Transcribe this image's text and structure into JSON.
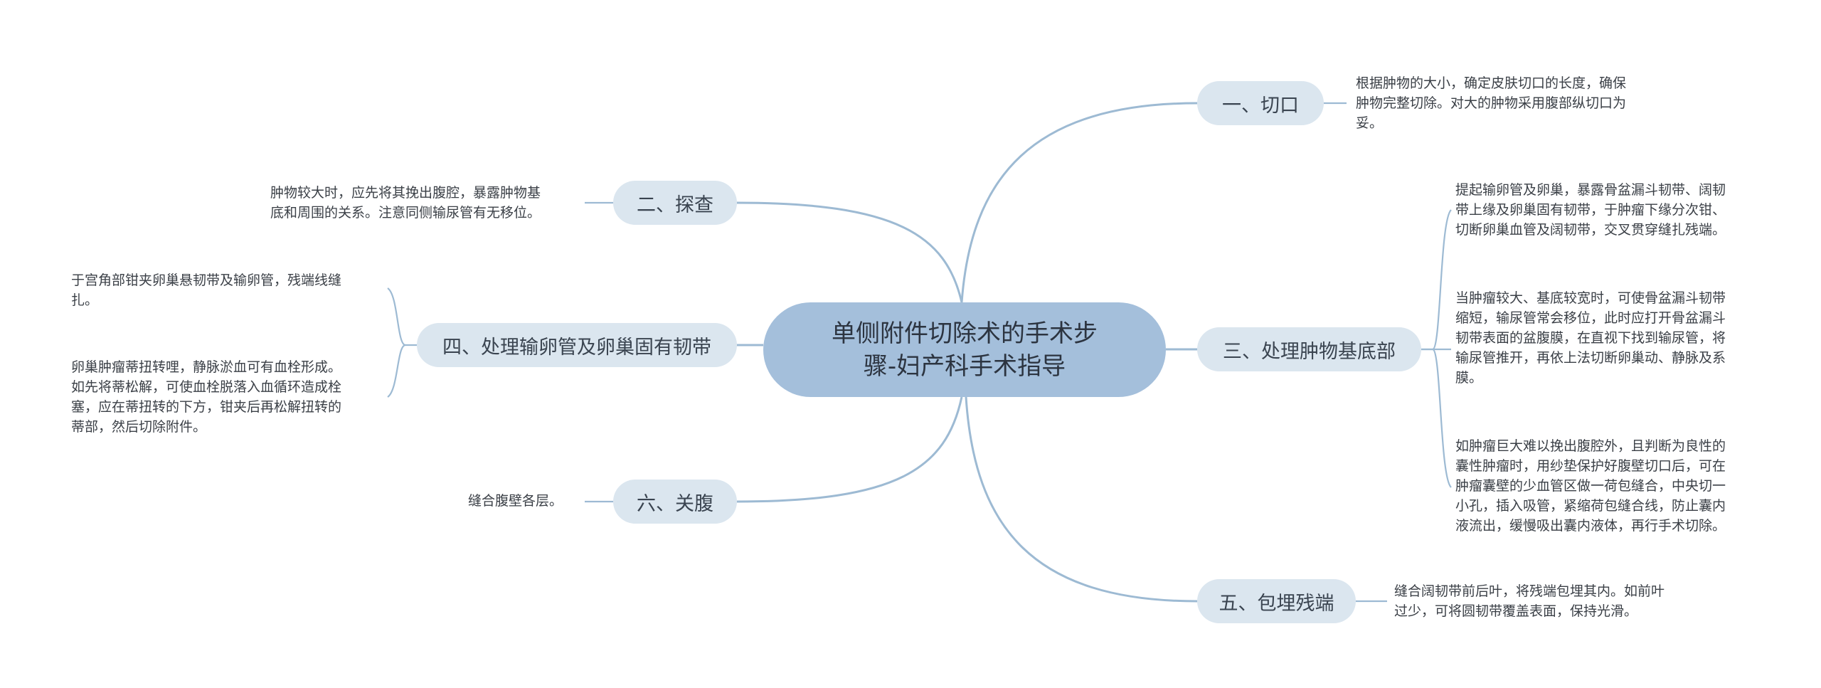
{
  "center": {
    "line1": "单侧附件切除术的手术步",
    "line2": "骤-妇产科手术指导"
  },
  "colors": {
    "center_fill": "#a4bfdb",
    "branch_fill": "#dbe6ef",
    "connector": "#9dbad3"
  },
  "branches": {
    "b1": {
      "label": "一、切口"
    },
    "b2": {
      "label": "二、探查"
    },
    "b3": {
      "label": "三、处理肿物基底部"
    },
    "b4": {
      "label": "四、处理输卵管及卵巢固有韧带"
    },
    "b5": {
      "label": "五、包埋残端"
    },
    "b6": {
      "label": "六、关腹"
    }
  },
  "leaves": {
    "b1_1": [
      "根据肿物的大小，确定皮肤切口的长度，确保",
      "肿物完整切除。对大的肿物采用腹部纵切口为",
      "妥。"
    ],
    "b2_1": [
      "肿物较大时，应先将其挽出腹腔，暴露肿物基",
      "底和周围的关系。注意同侧输尿管有无移位。"
    ],
    "b3_1": [
      "提起输卵管及卵巢，暴露骨盆漏斗韧带、阔韧",
      "带上缘及卵巢固有韧带，于肿瘤下缘分次钳、",
      "切断卵巢血管及阔韧带，交叉贯穿缝扎残端。"
    ],
    "b3_2": [
      "当肿瘤较大、基底较宽时，可使骨盆漏斗韧带",
      "缩短，输尿管常会移位，此时应打开骨盆漏斗",
      "韧带表面的盆腹膜，在直视下找到输尿管，将",
      "输尿管推开，再依上法切断卵巢动、静脉及系",
      "膜。"
    ],
    "b3_3": [
      "如肿瘤巨大难以挽出腹腔外，且判断为良性的",
      "囊性肿瘤时，用纱垫保护好腹壁切口后，可在",
      "肿瘤囊壁的少血管区做一荷包缝合，中央切一",
      "小孔，插入吸管，紧缩荷包缝合线，防止囊内",
      "液流出，缓慢吸出囊内液体，再行手术切除。"
    ],
    "b4_1": [
      "于宫角部钳夹卵巢悬韧带及输卵管，残端线缝",
      "扎。"
    ],
    "b4_2": [
      "卵巢肿瘤蒂扭转哩，静脉淤血可有血栓形成。",
      "如先将蒂松解，可使血栓脱落入血循环造成栓",
      "塞，应在蒂扭转的下方，钳夹后再松解扭转的",
      "蒂部，然后切除附件。"
    ],
    "b5_1": [
      "缝合阔韧带前后叶，将残端包埋其内。如前叶",
      "过少，可将圆韧带覆盖表面，保持光滑。"
    ],
    "b6_1": [
      "缝合腹壁各层。"
    ]
  }
}
